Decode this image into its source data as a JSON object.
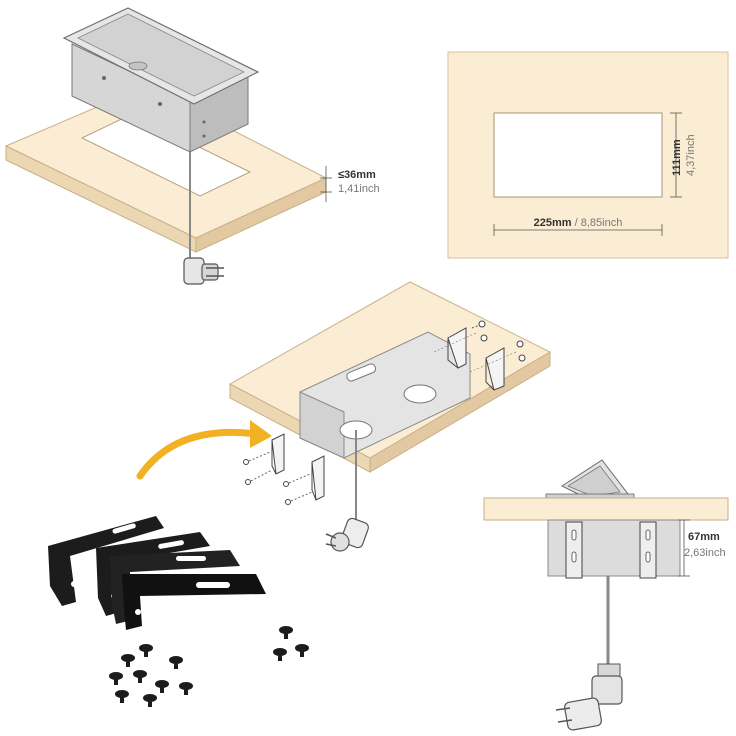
{
  "dimensions": {
    "thickness_mm": "≤36mm",
    "thickness_inch": "1,41inch",
    "cutout_height_mm": "111mm",
    "cutout_height_inch": "4,37inch",
    "cutout_width_mm": "225mm",
    "cutout_width_separator": " / ",
    "cutout_width_inch": "8,85inch",
    "depth_mm": "67mm",
    "depth_inch": "2,63inch"
  },
  "colors": {
    "wood": "#fbedd3",
    "wood_edge": "#e9d3ad",
    "wood_outline": "#c9b08a",
    "metal": "#d9d9d9",
    "metal_dark": "#b5b5b5",
    "bracket": "#1c1c1c",
    "arrow": "#f2b122",
    "line": "#555555"
  },
  "icons": [
    "power-plug-icon",
    "screw-icon",
    "mounting-bracket-icon",
    "curved-arrow-icon"
  ]
}
